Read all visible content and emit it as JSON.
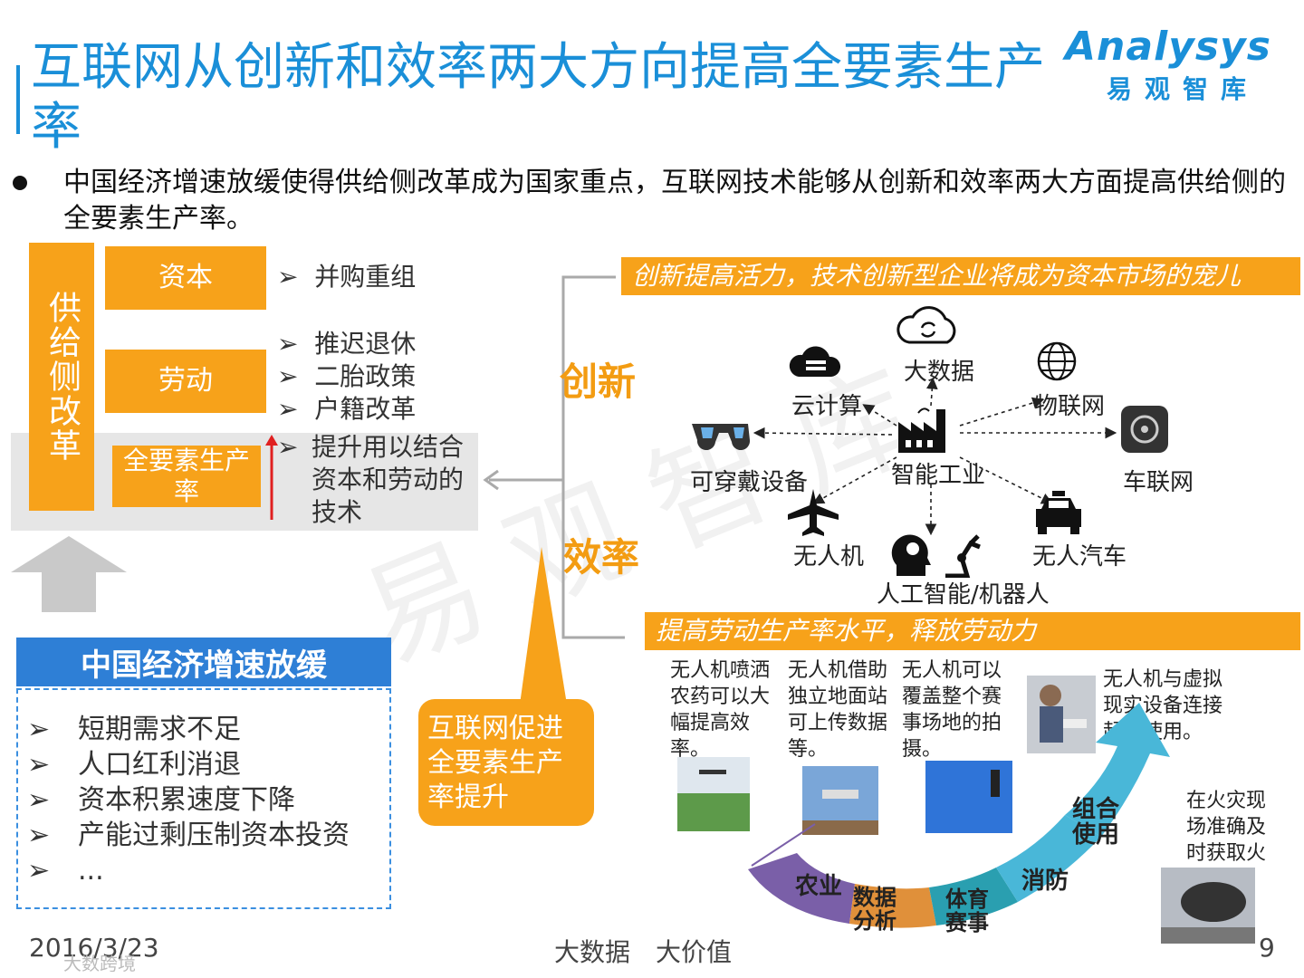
{
  "header": {
    "title": "互联网从创新和效率两大方向提高全要素生产率",
    "logo_en": "Analysys",
    "logo_cn": "易观智库"
  },
  "intro": {
    "text": "中国经济增速放缓使得供给侧改革成为国家重点，互联网技术能够从创新和效率两大方面提高供给侧的全要素生产率。"
  },
  "supply_side": {
    "column_label": "供给侧改革",
    "factors": [
      {
        "label": "资本",
        "items": [
          "并购重组"
        ]
      },
      {
        "label": "劳动",
        "items": [
          "推迟退休",
          "二胎政策",
          "户籍改革"
        ]
      },
      {
        "label": "全要素生产率",
        "items": [
          "提升用以结合资本和劳动的技术"
        ]
      }
    ],
    "arrow_glyph": "➢"
  },
  "slowdown": {
    "title": "中国经济增速放缓",
    "items": [
      "短期需求不足",
      "人口红利消退",
      "资本积累速度下降",
      "产能过剩压制资本投资",
      "..."
    ]
  },
  "callout": {
    "text": "互联网促进全要素生产率提升"
  },
  "innovation": {
    "label": "创新",
    "banner": "创新提高活力，技术创新型企业将成为资本市场的宠儿"
  },
  "efficiency": {
    "label": "效率",
    "banner": "提高劳动生产率水平，释放劳动力"
  },
  "network": {
    "center": {
      "label": "智能工业",
      "icon": "factory-icon"
    },
    "nodes": [
      {
        "label": "大数据",
        "icon": "cloud-sync-icon"
      },
      {
        "label": "云计算",
        "icon": "cloud-server-icon"
      },
      {
        "label": "物联网",
        "icon": "globe-icon"
      },
      {
        "label": "可穿戴设备",
        "icon": "smart-glasses-icon"
      },
      {
        "label": "车联网",
        "icon": "car-dashboard-icon"
      },
      {
        "label": "无人机",
        "icon": "airplane-icon"
      },
      {
        "label": "无人汽车",
        "icon": "car-icon"
      },
      {
        "label": "人工智能/机器人",
        "icon": "ai-robot-icon"
      }
    ]
  },
  "drone": {
    "captions": [
      "无人机喷洒农药可以大幅提高效率。",
      "无人机借助独立地面站可上传数据等。",
      "无人机可以覆盖整个赛事场地的拍摄。",
      "无人机与虚拟现实设备连接起来使用。",
      "在火灾现场准确及时获取火场信息。"
    ],
    "arc_segments": [
      "农业",
      "数据分析",
      "体育赛事",
      "消防",
      "组合使用"
    ]
  },
  "footer": {
    "date": "2016/3/23",
    "slogan": "大数据　大价值",
    "page": "9",
    "source_mark": "大数跨境"
  },
  "watermark": "易观智库",
  "colors": {
    "brand_blue": "#1a8fd8",
    "orange": "#f7a21a",
    "slow_blue": "#2e7fd6",
    "arc_purple": "#7a5fa8",
    "arc_orange": "#e0903a",
    "arc_teal": "#2a9fb0"
  }
}
